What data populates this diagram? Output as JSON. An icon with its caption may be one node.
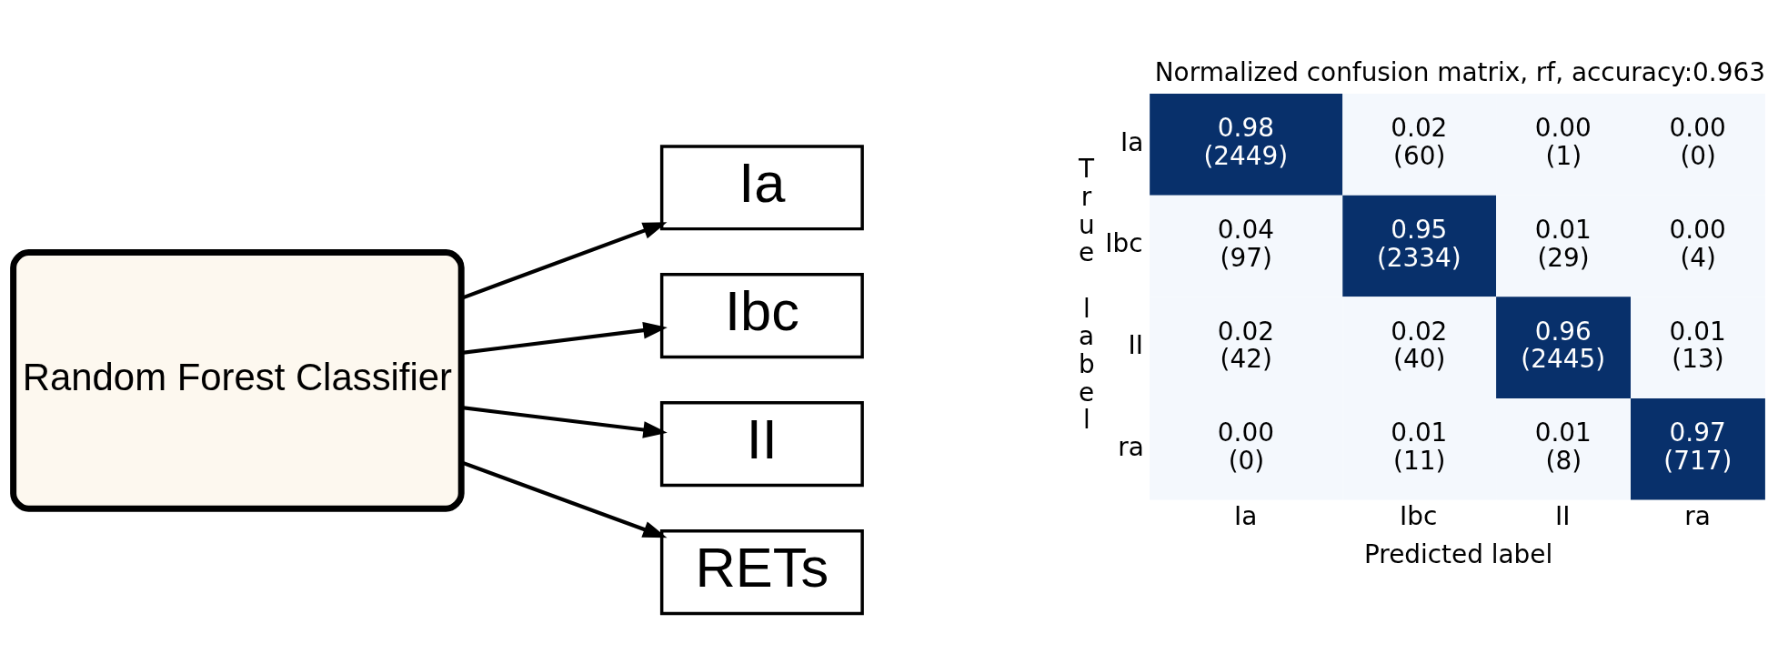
{
  "diagram": {
    "nodes": [
      {
        "text": [
          "Random Forest Classifier"
        ]
      },
      {
        "text": [
          "Ia"
        ]
      },
      {
        "text": [
          "Ibc"
        ]
      },
      {
        "text": [
          "II"
        ]
      },
      {
        "text": [
          "RETs"
        ]
      }
    ],
    "edges": [
      {
        "from": 0,
        "to": 1,
        "arrow": "to"
      },
      {
        "from": 0,
        "to": 2,
        "arrow": "to"
      },
      {
        "from": 0,
        "to": 3,
        "arrow": "to"
      },
      {
        "from": 0,
        "to": 4,
        "arrow": "to"
      }
    ],
    "labels": [
      "Normalized confusion matrix, rf, accuracy:0.963",
      "True label",
      "Ia",
      "0.98 (2449)",
      "0.02 (60)",
      "0.00 (1)",
      "0.00 (0)",
      "Ibc",
      "0.04 (97)",
      "0.95 (2334)",
      "0.01 (29)",
      "0.00 (4)",
      "II",
      "0.02 (42)",
      "0.02 (40)",
      "0.96 (2445)",
      "0.01 (13)",
      "ra",
      "0.00 (0)",
      "0.01 (11)",
      "0.01 (8)",
      "0.97 (717)",
      "Ia",
      "Ibc",
      "II",
      "ra",
      "Predicted label"
    ]
  }
}
